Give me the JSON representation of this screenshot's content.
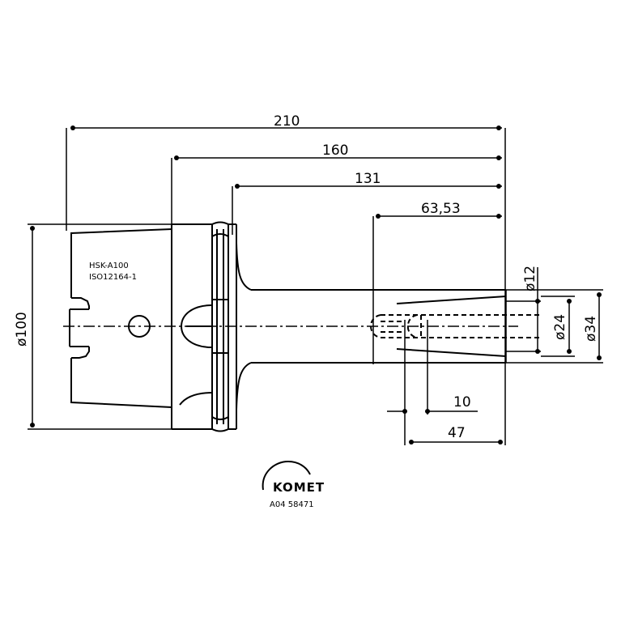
{
  "dimensions": {
    "overall_length": "210",
    "flange_to_end": "160",
    "shank_length": "131",
    "taper_length": "63,53",
    "bore_depth": "10",
    "tip_length": "47",
    "diameter_flange": "ø100",
    "diameter_bore": "ø12",
    "diameter_tip": "ø24",
    "diameter_body": "ø34"
  },
  "labels": {
    "standard_line1": "HSK-A100",
    "standard_line2": "ISO12164-1"
  },
  "logo": {
    "brand": "KOMET",
    "code": "A04 58471"
  }
}
